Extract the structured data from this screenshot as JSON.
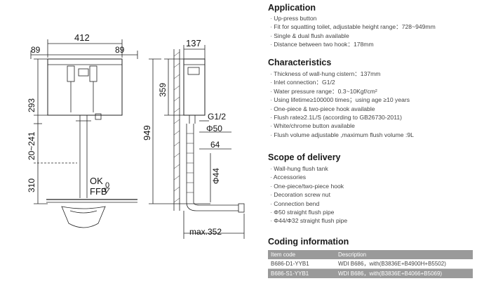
{
  "drawing": {
    "front_view": {
      "width": "412",
      "side_left": "89",
      "side_right": "89",
      "dim_293": "293",
      "dim_20_241": "20~241",
      "dim_310": "310",
      "ok_label": "OK",
      "ffb_label": "FFB",
      "ffb_value": "0"
    },
    "side_view": {
      "depth": "137",
      "dim_359": "359",
      "height": "949",
      "inlet": "G1/2",
      "pipe_dia": "Φ50",
      "offset": "64",
      "pipe_dia2": "Φ44",
      "max_depth": "max.352"
    }
  },
  "application": {
    "title": "Application",
    "items": [
      "Up-press button",
      "Fit for squatting toilet, adjustable height range：728~949mm",
      "Single & dual flush available",
      "Distance between two hook：178mm"
    ]
  },
  "characteristics": {
    "title": "Characteristics",
    "items": [
      "Thickness of wall-hung cistern：137mm",
      "Inlet connection：G1/2",
      "Water pressure range：0.3~10Kgf/cm²",
      "Using lifetime≥100000 times；using age ≥10 years",
      "One-piece & two-piece hook available",
      "Flush rate≥2.1L/S (according to GB26730-2011)",
      "White/chrome button available",
      "Flush volume adjustable ,maximum flush volume :9L"
    ]
  },
  "scope": {
    "title": "Scope of delivery",
    "items": [
      "Wall-hung flush tank",
      "Accessories",
      "One-piece/two-piece hook",
      "Decoration screw nut",
      "Connection bend",
      "Φ50 straight flush pipe",
      "Φ44/Φ32 straight flush pipe"
    ]
  },
  "coding": {
    "title": "Coding information",
    "headers": [
      "Item code",
      "Description"
    ],
    "rows": [
      [
        "B686-D1-YYB1",
        "WDI  B686，with(B3836E+B4900H+B5502)"
      ],
      [
        "B686-S1-YYB1",
        "WDI  B686，with(B3836E+B4066+B5069)"
      ]
    ]
  }
}
